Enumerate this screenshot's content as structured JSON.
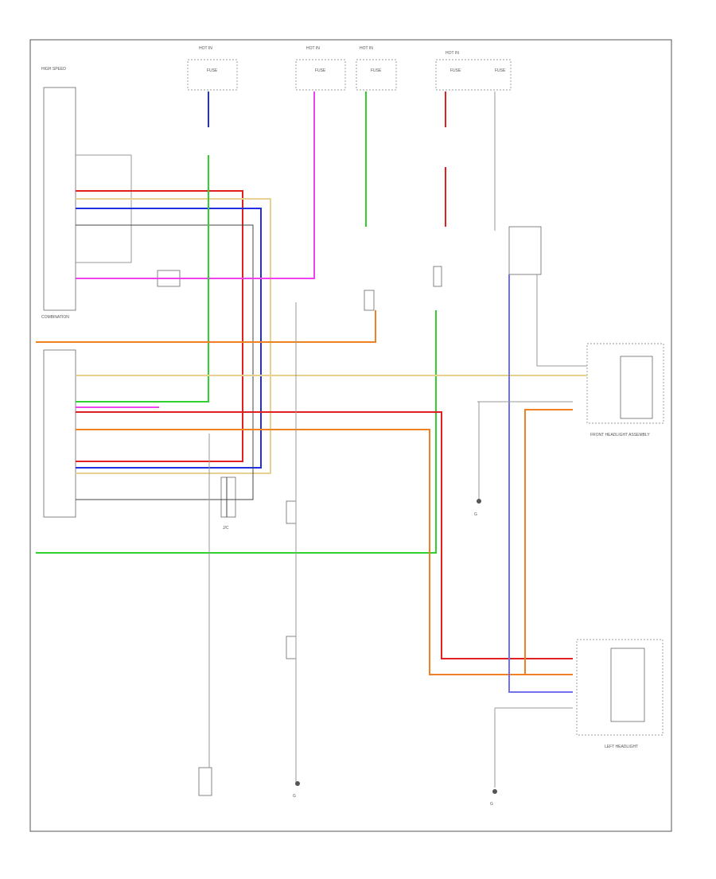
{
  "diagram": {
    "title": "",
    "footer_code": "",
    "colors": {
      "red": "#e02020",
      "blue": "#2030e0",
      "green": "#30d030",
      "orange": "#f08020",
      "magenta": "#f040f0",
      "violet": "#7070f0",
      "yellow": "#e8d090",
      "gray": "#999999",
      "black": "#444444"
    },
    "labels": [
      {
        "id": "lbl-top-1",
        "text": "HOT IN"
      },
      {
        "id": "lbl-top-2",
        "text": "HOT IN"
      },
      {
        "id": "lbl-top-3",
        "text": "HOT IN"
      },
      {
        "id": "lbl-top-4",
        "text": "HOT IN"
      },
      {
        "id": "lbl-fuse-1",
        "text": "FUSE"
      },
      {
        "id": "lbl-fuse-2",
        "text": "FUSE"
      },
      {
        "id": "lbl-fuse-3",
        "text": "FUSE"
      },
      {
        "id": "lbl-fuse-4",
        "text": "FUSE"
      },
      {
        "id": "lbl-fuse-5",
        "text": "FUSE"
      },
      {
        "id": "lbl-left-ecu",
        "text": "HIGH SPEED"
      },
      {
        "id": "lbl-combo",
        "text": "COMBINATION"
      },
      {
        "id": "lbl-jcn",
        "text": "J/C"
      },
      {
        "id": "lbl-rh-headlight",
        "text": "FRONT HEADLIGHT ASSEMBLY"
      },
      {
        "id": "lbl-lh-headlight",
        "text": "LEFT HEADLIGHT"
      },
      {
        "id": "lbl-ground-1",
        "text": "G"
      },
      {
        "id": "lbl-ground-2",
        "text": "G"
      },
      {
        "id": "lbl-ground-3",
        "text": "G"
      }
    ]
  }
}
